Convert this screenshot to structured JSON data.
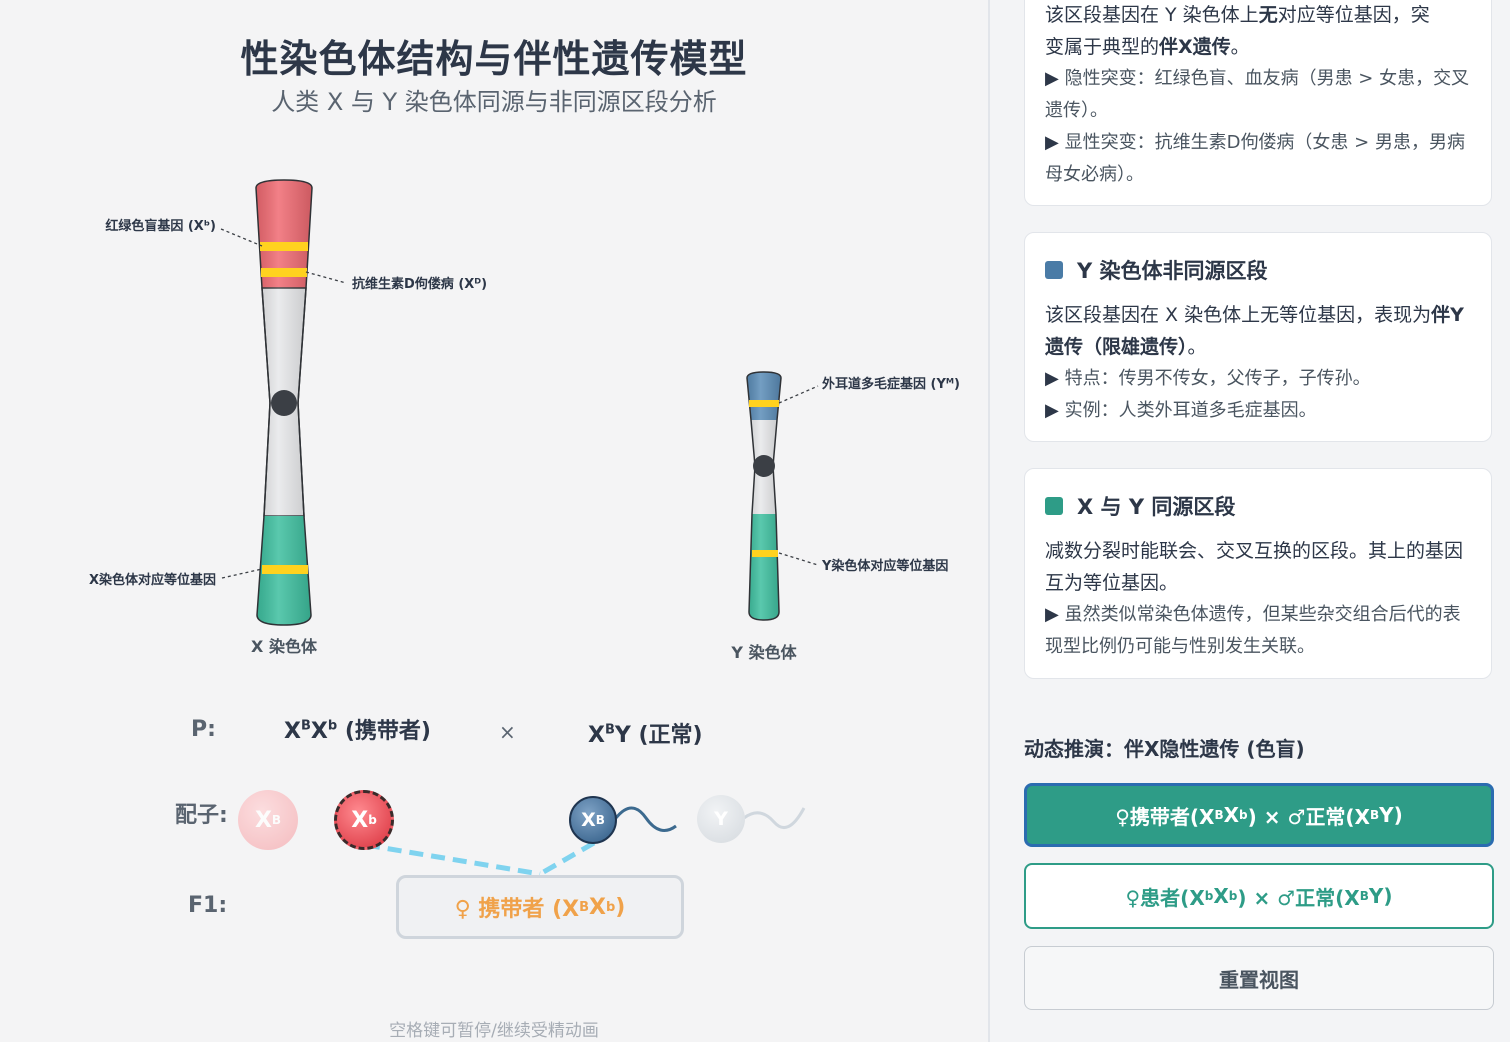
{
  "header": {
    "title": "性染色体结构与伴性遗传模型",
    "subtitle": "人类 X 与 Y 染色体同源与非同源区段分析"
  },
  "chromosomes": {
    "x_name": "X 染色体",
    "y_name": "Y 染色体",
    "x_gene_colorblind": "红绿色盲基因 (Xᵇ)",
    "x_gene_rickets": "抗维生素D佝偻病 (Xᴰ)",
    "x_gene_homolog": "X染色体对应等位基因",
    "y_gene_hairy": "外耳道多毛症基因 (Yᴹ)",
    "y_gene_homolog": "Y染色体对应等位基因",
    "colors": {
      "x_nonhomolog": "#f06a72",
      "y_nonhomolog": "#5b8db8",
      "homolog": "#3dbf9f",
      "middle": "#e7e8ea",
      "gene_band": "#ffd21f",
      "centromere": "#3b3f45"
    }
  },
  "cross": {
    "p_label": "P:",
    "female_genotype_base": "X",
    "female_sup1": "B",
    "female_mid": "X",
    "female_sup2": "b",
    "female_note": " (携带者)",
    "cross_symbol": "×",
    "male_base": "X",
    "male_sup": "B",
    "male_tail": "Y (正常)",
    "gamete_label": "配子:",
    "gametes": [
      {
        "base": "X",
        "sup": "B"
      },
      {
        "base": "X",
        "sup": "b"
      },
      {
        "base": "X",
        "sup": "B"
      },
      {
        "base": "Y",
        "sup": ""
      }
    ],
    "f1_label": "F1:",
    "f1_result_prefix": "♀ 携带者 (X",
    "f1_sup1": "B",
    "f1_mid": "X",
    "f1_sup2": "b",
    "f1_suffix": ")",
    "hint": "空格键可暂停/继续受精动画"
  },
  "panel": {
    "card_x": {
      "text_pre": "该区段基因在 Y 染色体上",
      "text_bold": "无",
      "text_post": "对应等位基因，突",
      "text_line2_pre": "变属于典型的",
      "text_line2_bold": "伴X遗传",
      "text_line2_post": "。",
      "point1": "隐性突变：红绿色盲、血友病（男患 > 女患，交叉遗传）。",
      "point2": "显性突变：抗维生素D佝偻病（女患 > 男患，男病母女必病）。"
    },
    "card_y": {
      "title": "Y 染色体非同源区段",
      "color": "#4a7ba6",
      "lead_pre": "该区段基因在 X 染色体上无等位基因，表现为",
      "lead_bold": "伴Y遗传（限雄遗传）",
      "lead_post": "。",
      "point1": "特点：传男不传女，父传子，子传孙。",
      "point2": "实例：人类外耳道多毛症基因。"
    },
    "card_xy": {
      "title": "X 与 Y 同源区段",
      "color": "#2e9c87",
      "lead": "减数分裂时能联会、交叉互换的区段。其上的基因互为等位基因。",
      "point1": "虽然类似常染色体遗传，但某些杂交组合后代的表现型比例仍可能与性别发生关联。"
    },
    "section_title": "动态推演：伴X隐性遗传 (色盲)",
    "btn1": {
      "pre": "♀携带者(X",
      "s1": "B",
      "mid": "X",
      "s2": "b",
      "post": ") × ♂正常(X",
      "s3": "B",
      "end": "Y)"
    },
    "btn2": {
      "pre": "♀患者(X",
      "s1": "b",
      "mid": "X",
      "s2": "b",
      "post": ") × ♂正常(X",
      "s3": "B",
      "end": "Y)"
    },
    "reset": "重置视图"
  }
}
